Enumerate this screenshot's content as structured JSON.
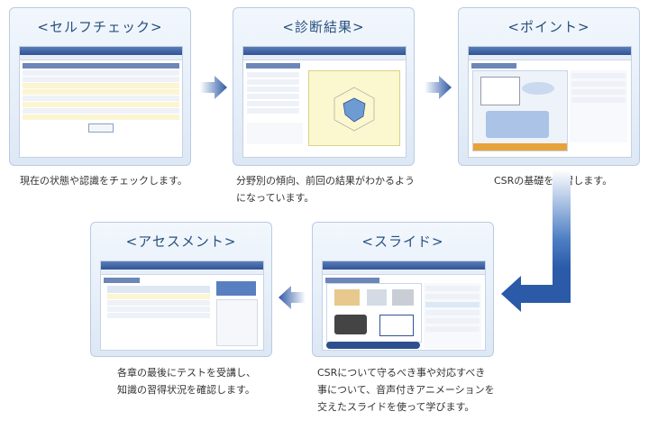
{
  "steps": {
    "self_check": {
      "title": "<セルフチェック>",
      "caption": "現在の状態や認識をチェックします。"
    },
    "diagnosis": {
      "title": "<診断結果>",
      "caption_line1": "分野別の傾向、前回の結果がわかるよう",
      "caption_line2": "になっています。"
    },
    "point": {
      "title": "<ポイント>",
      "caption": "CSRの基礎を学習します。"
    },
    "slide": {
      "title": "<スライド>",
      "caption_line1": "CSRについて守るべき事や対応すべき",
      "caption_line2": "事について、音声付きアニメーションを",
      "caption_line3": "交えたスライドを使って学びます。"
    },
    "assessment": {
      "title": "<アセスメント>",
      "caption_line1": "各章の最後にテストを受講し、",
      "caption_line2": "知識の習得状況を確認します。"
    }
  },
  "colors": {
    "accent": "#2f5496",
    "card_border": "#b9cbe3",
    "title_text": "#27507f"
  }
}
